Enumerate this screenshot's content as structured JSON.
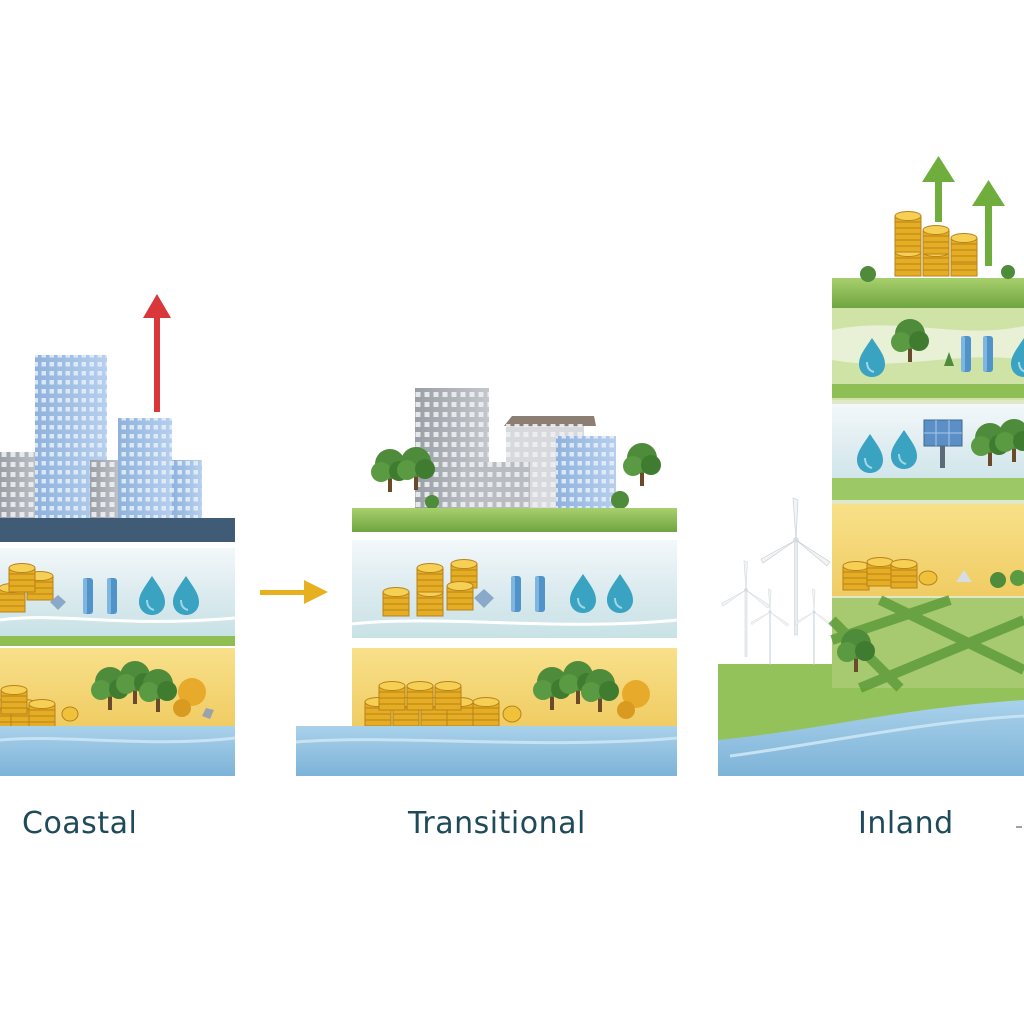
{
  "diagram": {
    "panels": [
      {
        "id": "coastal",
        "label": "Coastal",
        "trend": "up",
        "trend_color": "#d9373a"
      },
      {
        "id": "transitional",
        "label": "Transitional",
        "trend": "right",
        "trend_color": "#e6b021"
      },
      {
        "id": "inland",
        "label": "Inland",
        "trend": "up",
        "trend_color": "#6fae3c"
      }
    ],
    "colors": {
      "water": "#8fc0df",
      "sand": "#f3d77a",
      "grass": "#7fb449",
      "building": "#9bbbe0",
      "coin": "#e8b42a",
      "drop": "#3aa3c2"
    }
  }
}
